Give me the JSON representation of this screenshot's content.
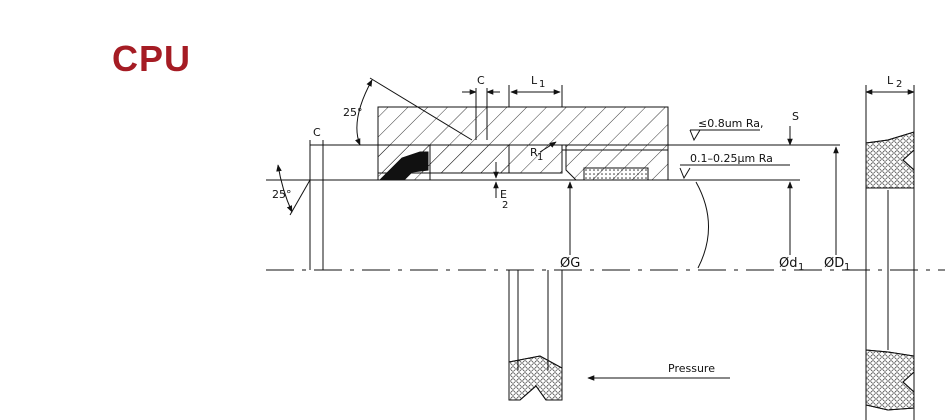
{
  "title": "CPU",
  "colors": {
    "title": "#a51c24",
    "line": "#111111",
    "seal_fill": "#111111"
  },
  "labels": {
    "chamfer_left": "C",
    "chamfer_top": "C",
    "angle_top": "25°",
    "angle_left": "25°",
    "length_l1": "L",
    "length_l1_sub": "1",
    "length_l2": "L",
    "length_l2_sub": "2",
    "radius_r1": "R",
    "radius_r1_sub": "1",
    "e2": "E",
    "e2_sub": "2",
    "gap_s": "S",
    "roughness_top": "≤0.8um Ra,",
    "roughness_bottom": "0.1–0.25µm Ra",
    "dia_g": "ØG",
    "dia_d1": "Ød",
    "dia_d1_sub": "1",
    "dia_D1": "ØD",
    "dia_D1_sub": "1",
    "pressure": "Pressure"
  }
}
